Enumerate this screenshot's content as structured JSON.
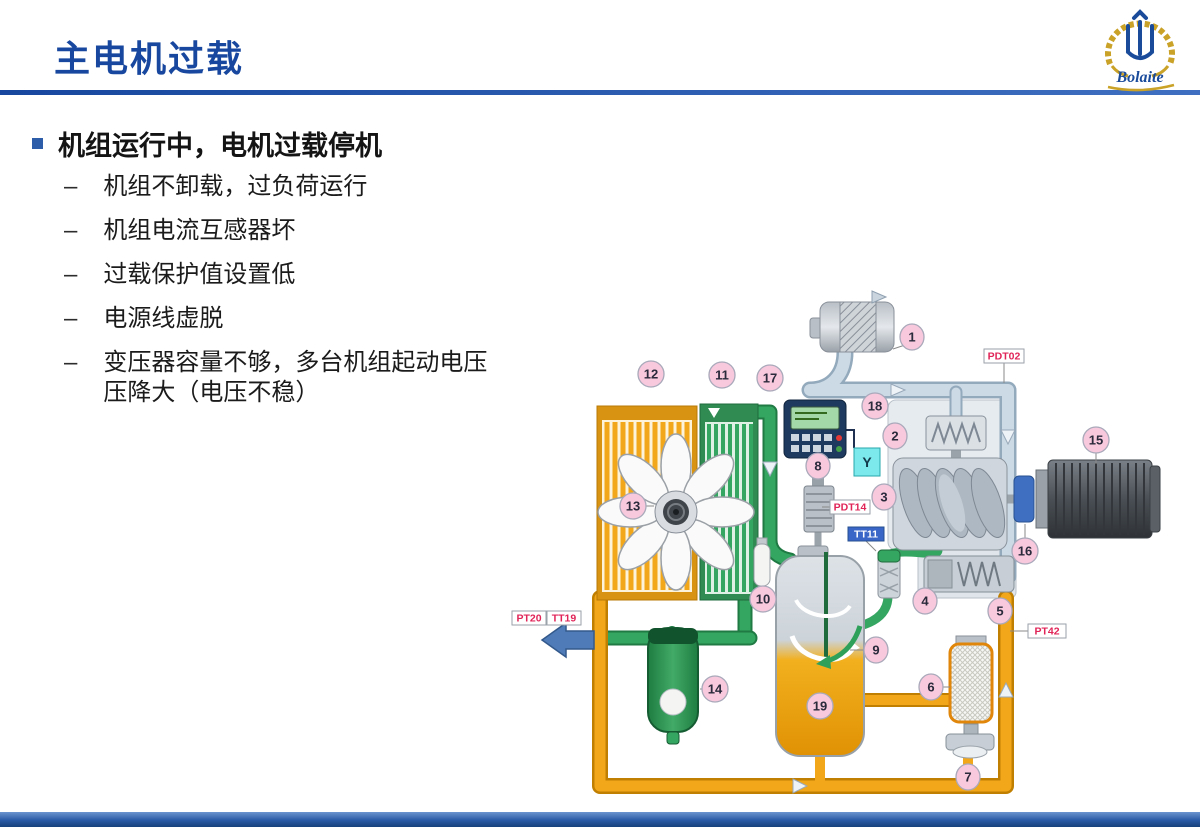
{
  "slide": {
    "title": "主电机过载",
    "logo_text": "Bolaite"
  },
  "bullets": {
    "dash": "–",
    "main": "机组运行中，电机过载停机",
    "sub": [
      "机组不卸载，过负荷运行",
      "机组电流互感器坏",
      "过载保护值设置低",
      "电源线虚脱",
      "变压器容量不够，多台机组起动电压压降大（电压不稳）"
    ]
  },
  "diagram": {
    "callouts": [
      "1",
      "2",
      "3",
      "4",
      "5",
      "6",
      "7",
      "8",
      "9",
      "10",
      "11",
      "12",
      "13",
      "14",
      "15",
      "16",
      "17",
      "18",
      "19"
    ],
    "sensors": {
      "pdt02": "PDT02",
      "pdt14": "PDT14",
      "tt11": "TT11",
      "pt20": "PT20",
      "tt19": "TT19",
      "pt42": "PT42",
      "y": "Y"
    }
  },
  "colors": {
    "accent_blue": "#17479e",
    "pipe_orange": "#f2a71b",
    "pipe_green": "#35a562",
    "pipe_air": "#ccdae6",
    "badge_pink": "#f8c9dc",
    "sensor_red": "#e02458"
  }
}
